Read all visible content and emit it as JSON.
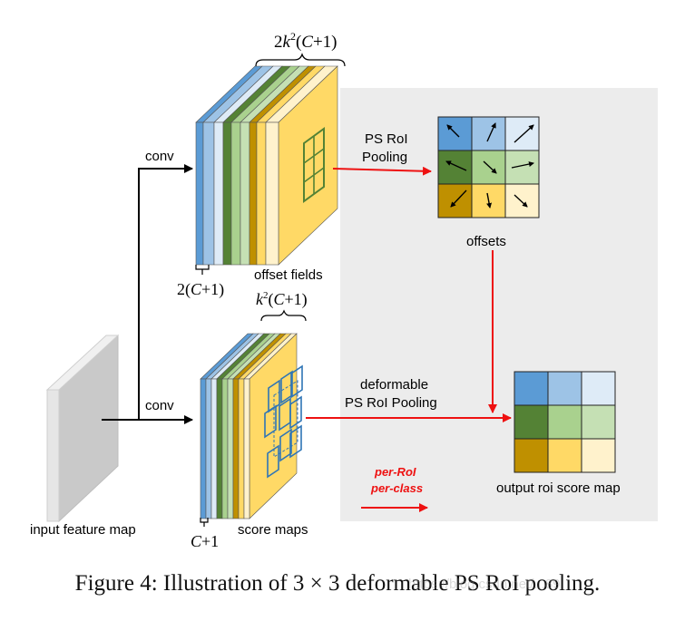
{
  "labels": {
    "offset_dim": "2k²(C+1)",
    "offset_dim_parts": [
      "2",
      "k",
      "2",
      "(",
      "C",
      "+1)"
    ],
    "conv_top": "conv",
    "conv_bottom": "conv",
    "channel_top": "2(C+1)",
    "channel_top_parts": [
      "2(",
      "C",
      "+1)"
    ],
    "offset_fields": "offset fields",
    "ps_roi_line1": "PS RoI",
    "ps_roi_line2": "Pooling",
    "offsets": "offsets",
    "score_dim": "k²(C+1)",
    "score_dim_parts": [
      "k",
      "2",
      "(",
      "C",
      "+1)"
    ],
    "deformable_line1": "deformable",
    "deformable_line2": "PS RoI Pooling",
    "per_roi": "per-RoI",
    "per_class": "per-class",
    "input_feature_map": "input feature map",
    "score_maps": "score maps",
    "channel_bottom": "C+1",
    "channel_bottom_parts": [
      "C",
      "+1"
    ],
    "output_map": "output roi score map"
  },
  "caption": "Figure 4: Illustration of 3 × 3 deformable PS RoI pooling.",
  "watermark": "https://blog.csdn.net/...89",
  "colors": {
    "blue_dark": "#5b9bd5",
    "blue_mid": "#9dc3e6",
    "blue_light": "#deebf7",
    "green_dark": "#548235",
    "green_mid": "#a9d18e",
    "green_light": "#c5e0b4",
    "gold_dark": "#bf9000",
    "gold_mid": "#ffd966",
    "gold_light": "#fff2cc",
    "red": "#ee1111",
    "panel": "#ececec"
  }
}
